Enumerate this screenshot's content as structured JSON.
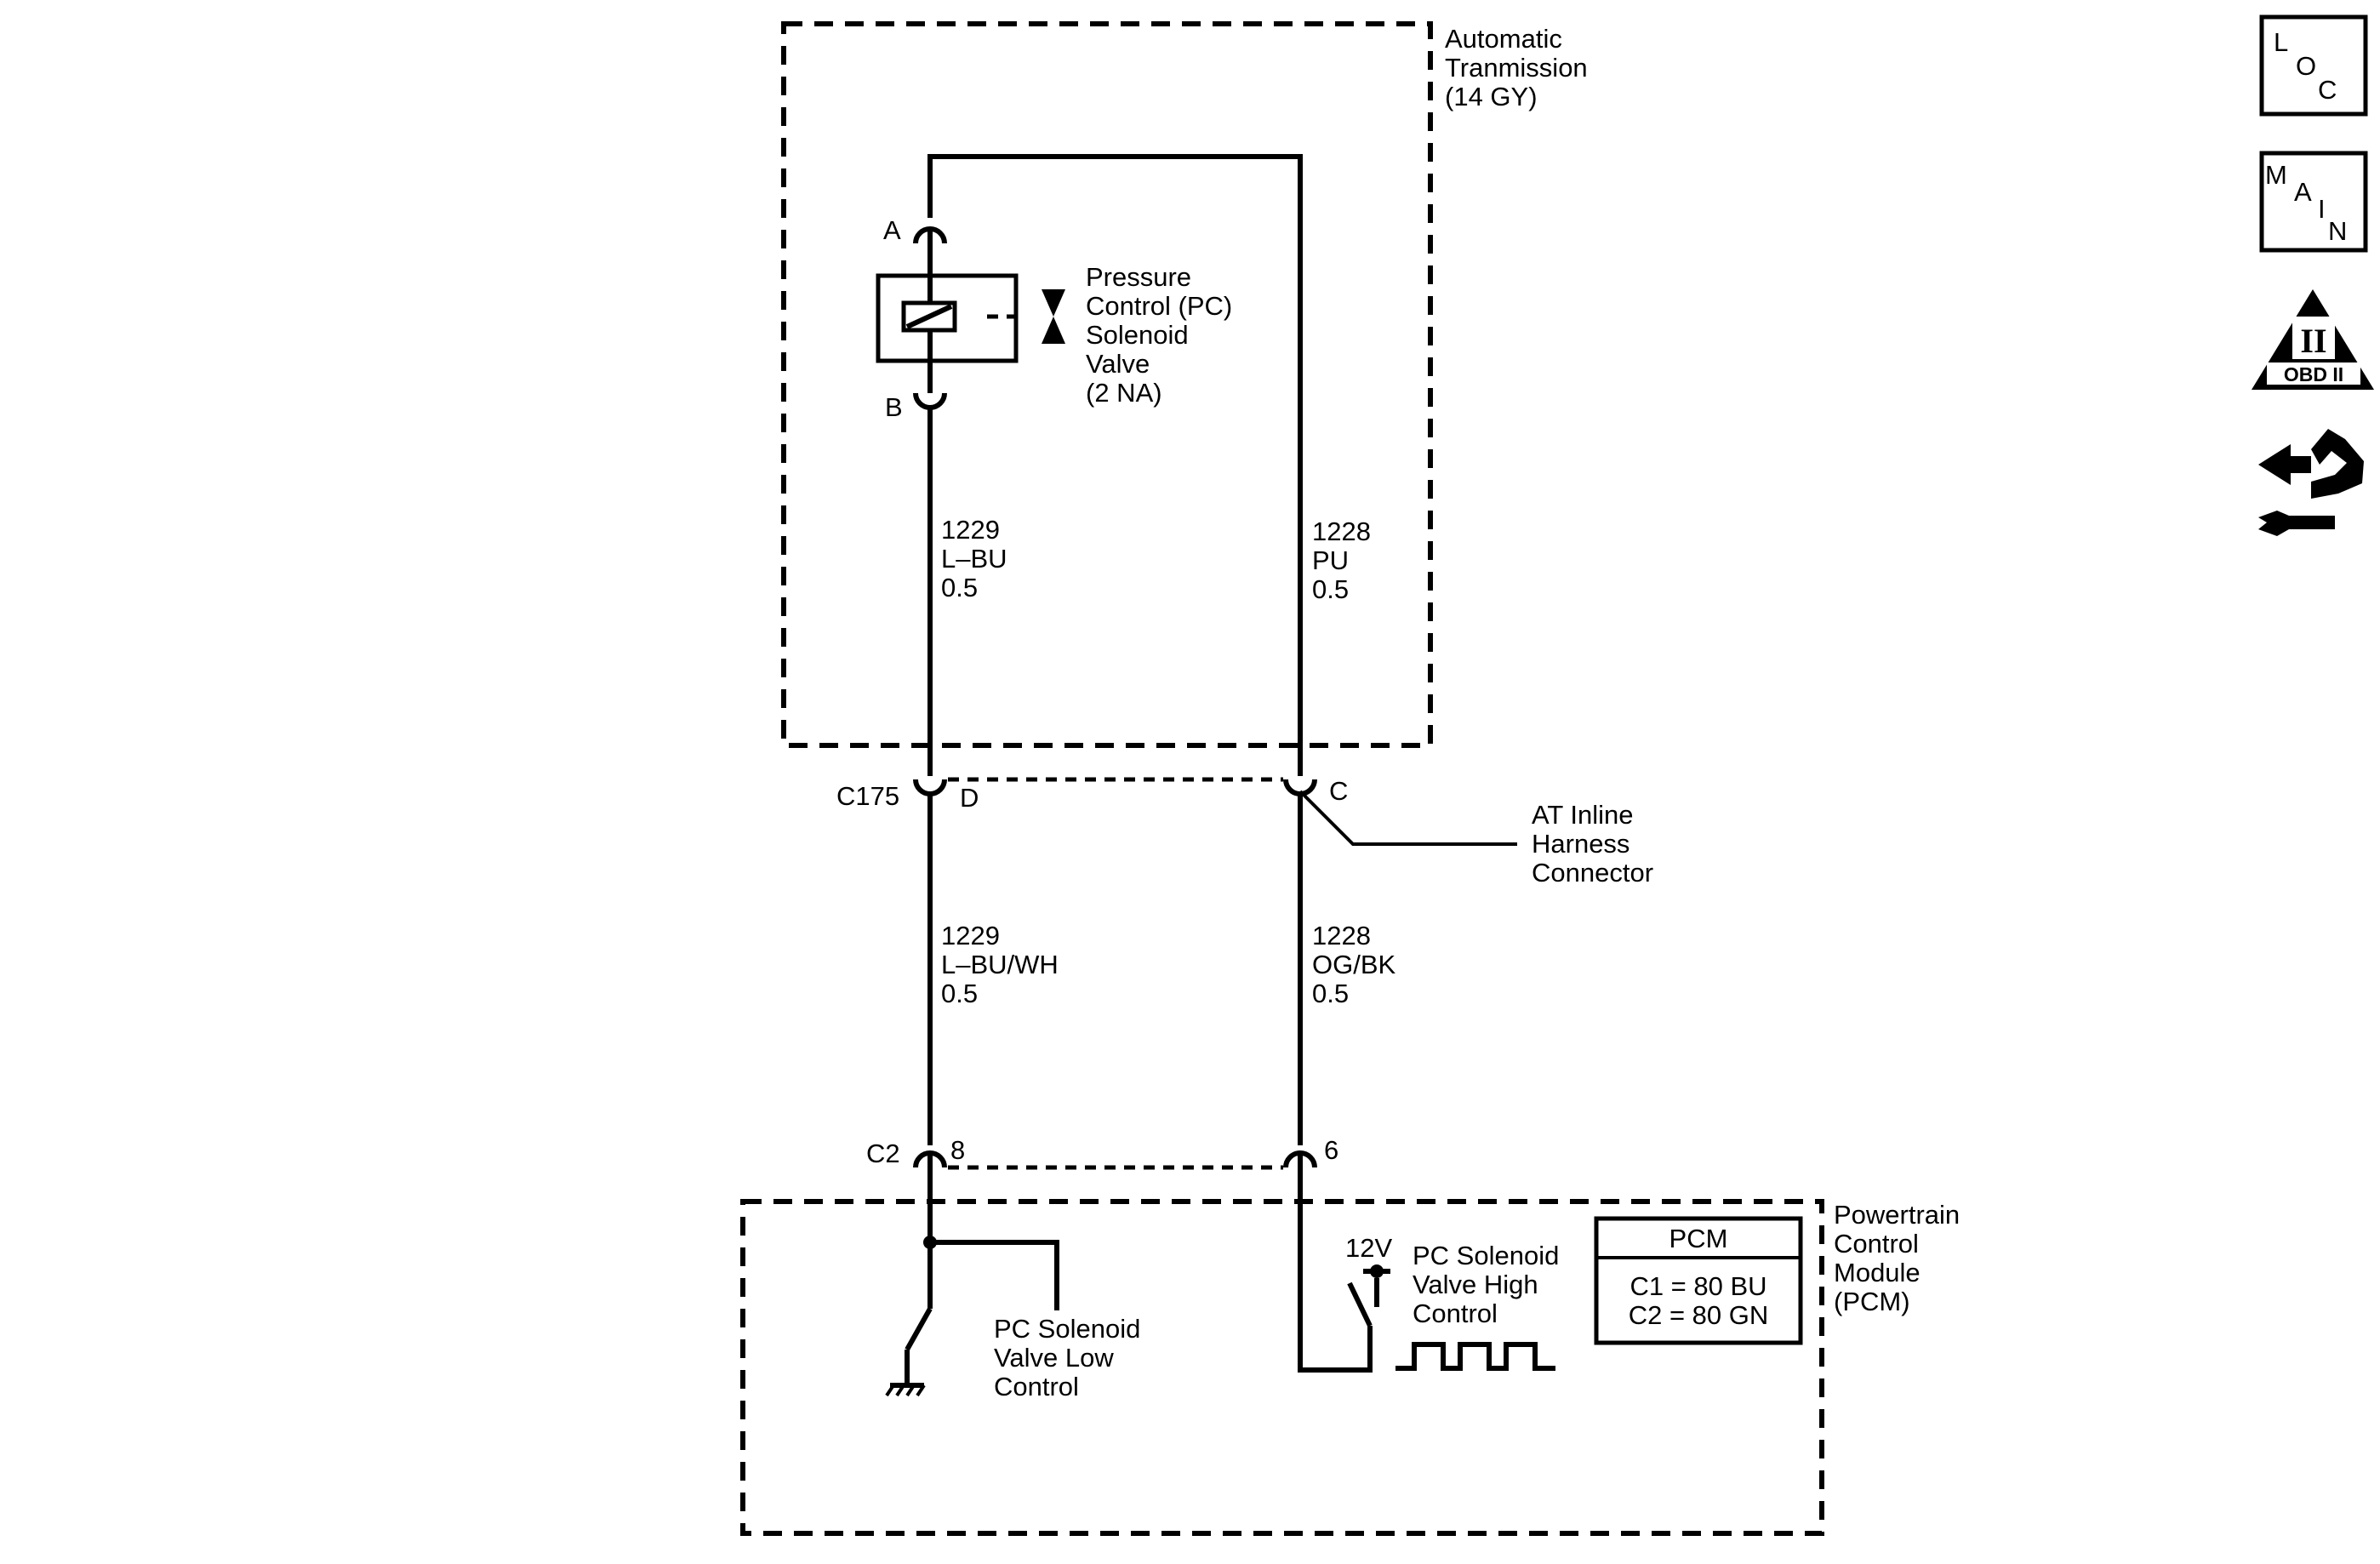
{
  "diagram": {
    "transmission_label": [
      "Automatic",
      "Tranmission",
      "(14 GY)"
    ],
    "solenoid_label": [
      "Pressure",
      "Control (PC)",
      "Solenoid",
      "Valve",
      "(2 NA)"
    ],
    "pin_a": "A",
    "pin_b": "B",
    "wire_left_top": [
      "1229",
      "L–BU",
      "0.5"
    ],
    "wire_right_top": [
      "1228",
      "PU",
      "0.5"
    ],
    "connector_c175": "C175",
    "pin_d": "D",
    "pin_c": "C",
    "harness_label": [
      "AT Inline",
      "Harness",
      "Connector"
    ],
    "wire_left_bottom": [
      "1229",
      "L–BU/WH",
      "0.5"
    ],
    "wire_right_bottom": [
      "1228",
      "OG/BK",
      "0.5"
    ],
    "connector_c2": "C2",
    "pin_8": "8",
    "pin_6": "6",
    "voltage_label": "12V",
    "high_control_label": [
      "PC Solenoid",
      "Valve High",
      "Control"
    ],
    "low_control_label": [
      "PC Solenoid",
      "Valve Low",
      "Control"
    ],
    "pcm_table": {
      "header": "PCM",
      "rows": [
        "C1 = 80 BU",
        "C2 = 80 GN"
      ]
    },
    "pcm_label": [
      "Powertrain",
      "Control",
      "Module",
      "(PCM)"
    ]
  },
  "sidebar": {
    "loc_letters": [
      "L",
      "O",
      "C"
    ],
    "main_letters": [
      "M",
      "A",
      "I",
      "N"
    ],
    "obd_numeral": "II",
    "obd_text": "OBD II",
    "tool_icon": "connector-tool-icon"
  }
}
